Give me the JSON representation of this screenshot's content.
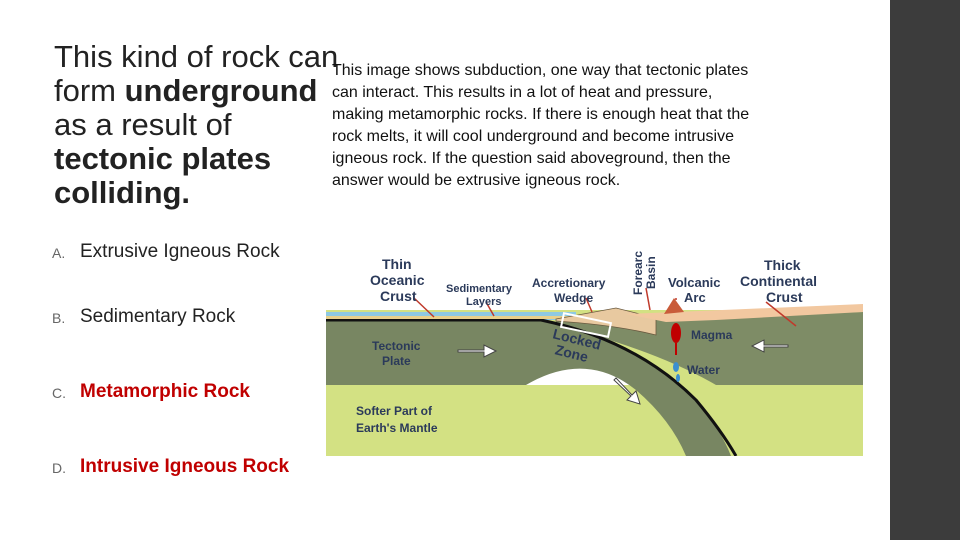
{
  "title": {
    "line1": "This kind of rock can",
    "line2_regular": "form ",
    "line2_bold": "underground",
    "line3": "as a result of",
    "line4": "tectonic plates",
    "line5": "colliding."
  },
  "explanation": "This image shows subduction, one way that tectonic plates can interact. This results in a lot of heat and pressure, making metamorphic rocks. If there is enough heat that the rock melts, it will cool underground and become intrusive igneous rock. If the question said aboveground, then the answer would be extrusive igneous rock.",
  "options": [
    {
      "letter": "A.",
      "text": "Extrusive Igneous Rock"
    },
    {
      "letter": "B.",
      "text": "Sedimentary Rock"
    },
    {
      "letter": "C.",
      "text": "Metamorphic Rock"
    },
    {
      "letter": "D.",
      "text": "Intrusive Igneous Rock"
    }
  ],
  "diagram": {
    "thin_oceanic": [
      "Thin",
      "Oceanic",
      "Crust"
    ],
    "sedimentary": [
      "Sedimentary",
      "Layers"
    ],
    "accretionary": [
      "Accretionary",
      "Wedge"
    ],
    "forearc": [
      "Forearc",
      "Basin"
    ],
    "volcanic": [
      "Volcanic",
      "Arc"
    ],
    "thick_continental": [
      "Thick",
      "Continental",
      "Crust"
    ],
    "magma": "Magma",
    "water": "Water",
    "tectonic_plate": [
      "Tectonic",
      "Plate"
    ],
    "locked_zone": [
      "Locked",
      "Zone"
    ],
    "softer_mantle": [
      "Softer Part of",
      "Earth's Mantle"
    ]
  },
  "colors": {
    "sidebar": "#3c3c3c",
    "highlight_text": "#c00000",
    "mantle": "#d3e183",
    "plate": "#788662",
    "ocean": "#8ec9e2",
    "continent": "#f2c8a0"
  }
}
